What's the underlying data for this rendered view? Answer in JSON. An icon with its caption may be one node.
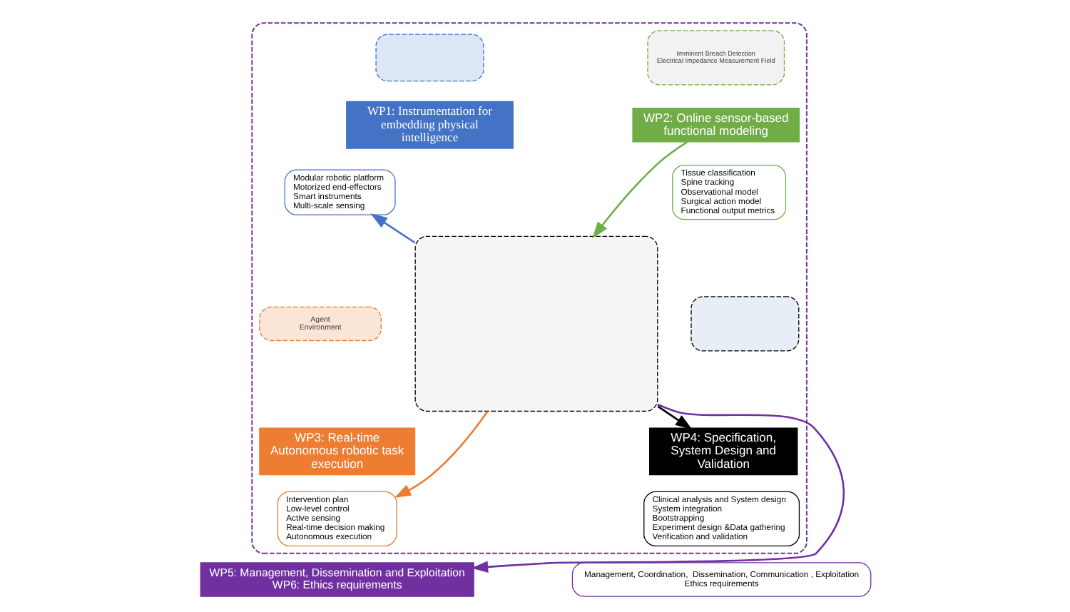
{
  "diagram": {
    "nodes": [
      {
        "text": [],
        "shape": "box"
      },
      {
        "text": [
          "WP1: Instrumentation for embedding physical intelligence"
        ],
        "in": 0
      },
      {
        "text": [
          "Modular robotic platform",
          "Motorized end-effectors",
          "Smart instruments",
          "Multi-scale sensing"
        ],
        "in": 0
      },
      {
        "text": [],
        "shape": "box",
        "in": 0
      },
      {
        "text": [
          "WP2: Online sensor-based functional modeling"
        ],
        "in": 0
      },
      {
        "text": [
          "Tissue classification",
          "Spine tracking",
          "Observational model",
          "Surgical action model",
          "Functional output metrics"
        ],
        "in": 0
      },
      {
        "text": [
          "Imminent Breach Detection",
          "Electrical Impedance Measurement Field"
        ],
        "in": 0
      },
      {
        "text": [],
        "shape": "box",
        "in": 0
      },
      {
        "text": [
          "Agent",
          "Environment"
        ],
        "in": 0
      },
      {
        "text": [
          "WP3: Real-time Autonomous robotic task execution"
        ],
        "in": 0
      },
      {
        "text": [
          "Intervention plan",
          "Low-level control",
          "Active sensing",
          "Real-time decision making",
          "Autonomous execution"
        ],
        "in": 0
      },
      {
        "text": [],
        "shape": "box",
        "in": 0
      },
      {
        "text": [
          "WP4: Specification, System Design and Validation"
        ],
        "in": 0
      },
      {
        "text": [
          "Clinical analysis and System design",
          "System integration",
          "Bootstrapping",
          "Experiment design &Data gathering",
          "Verification and validation"
        ],
        "in": 0
      },
      {
        "text": [
          "WP5: Management, Dissemination and Exploitation",
          "WP6: Ethics requirements"
        ]
      },
      {
        "text": [
          "Management, Coordination,  Dissemination, Communication , Exploitation",
          "Ethics requirements"
        ]
      }
    ],
    "edges": [
      {
        "from": 7,
        "to": 2,
        "arrow": "to",
        "color": "#4472c4"
      },
      {
        "from": 4,
        "to": 7,
        "arrow": "to",
        "color": "#70ad47"
      },
      {
        "from": 7,
        "to": 10,
        "arrow": "to",
        "color": "#ed7d31"
      },
      {
        "from": 7,
        "to": 12,
        "arrow": "to",
        "color": "#000000"
      },
      {
        "from": 7,
        "to": 14,
        "arrow": "to",
        "color": "#7030a0"
      }
    ]
  }
}
